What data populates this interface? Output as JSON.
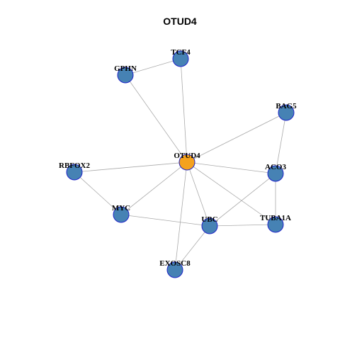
{
  "title": "OTUD4",
  "colors": {
    "hub_fill": "#F5A21D",
    "node_fill": "#4682B4",
    "node_stroke": "#1F24C8",
    "edge": "#AAAAAA"
  },
  "nodes": [
    {
      "id": "OTUD4",
      "label": "OTUD4",
      "hub": true
    },
    {
      "id": "TCF4",
      "label": "TCF4"
    },
    {
      "id": "GPHN",
      "label": "GPHN"
    },
    {
      "id": "BAG5",
      "label": "BAG5"
    },
    {
      "id": "RBFOX2",
      "label": "RBFOX2"
    },
    {
      "id": "ACO3",
      "label": "ACO3"
    },
    {
      "id": "MYC",
      "label": "MYC"
    },
    {
      "id": "UBC",
      "label": "UBC"
    },
    {
      "id": "TUBA1A",
      "label": "TUBA1A"
    },
    {
      "id": "EXOSC8",
      "label": "EXOSC8"
    }
  ],
  "edges": [
    [
      "OTUD4",
      "TCF4"
    ],
    [
      "OTUD4",
      "GPHN"
    ],
    [
      "OTUD4",
      "BAG5"
    ],
    [
      "OTUD4",
      "RBFOX2"
    ],
    [
      "OTUD4",
      "ACO3"
    ],
    [
      "OTUD4",
      "MYC"
    ],
    [
      "OTUD4",
      "UBC"
    ],
    [
      "OTUD4",
      "TUBA1A"
    ],
    [
      "OTUD4",
      "EXOSC8"
    ],
    [
      "TCF4",
      "GPHN"
    ],
    [
      "BAG5",
      "ACO3"
    ],
    [
      "RBFOX2",
      "MYC"
    ],
    [
      "ACO3",
      "UBC"
    ],
    [
      "ACO3",
      "TUBA1A"
    ],
    [
      "MYC",
      "UBC"
    ],
    [
      "UBC",
      "TUBA1A"
    ],
    [
      "UBC",
      "EXOSC8"
    ]
  ]
}
